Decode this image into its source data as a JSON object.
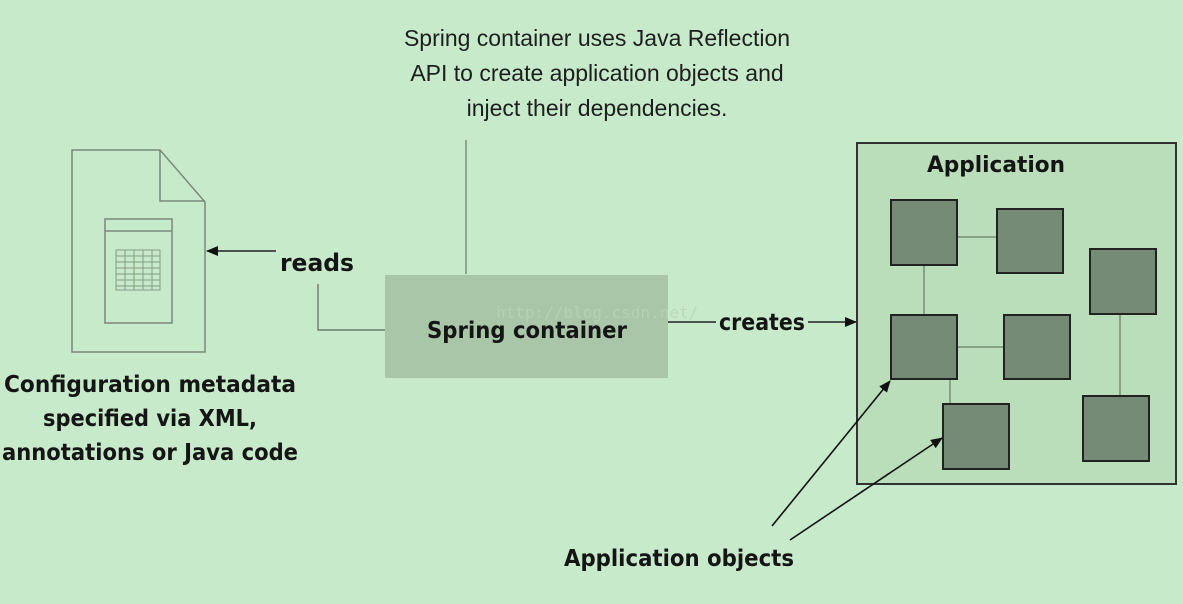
{
  "colors": {
    "background": "#c7ebca",
    "container_fill": "#a9c6a9",
    "app_fill": "#badeba",
    "object_fill": "#758b76",
    "stroke": "#222222",
    "doc_stroke": "#7a8a7a"
  },
  "description": {
    "lines": [
      "Spring container uses Java Reflection",
      "API to create application objects and",
      "inject their dependencies."
    ]
  },
  "config": {
    "icon": "document-spreadsheet-icon",
    "caption_lines": [
      "Configuration metadata",
      "specified via XML,",
      "annotations or Java code"
    ]
  },
  "edges": {
    "reads_label": "reads",
    "creates_label": "creates"
  },
  "container": {
    "label": "Spring container"
  },
  "application": {
    "title": "Application",
    "object_count": 7
  },
  "objects_caption": "Application objects",
  "watermark": "http://blog.csdn.net/"
}
